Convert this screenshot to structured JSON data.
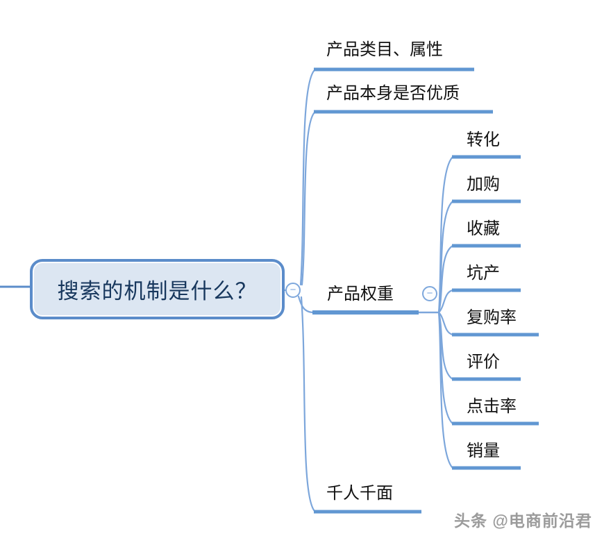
{
  "root": {
    "label": "搜索的机制是什么？"
  },
  "branches": [
    {
      "label": "产品类目、属性"
    },
    {
      "label": "产品本身是否优质"
    },
    {
      "label": "产品权重",
      "children": [
        "转化",
        "加购",
        "收藏",
        "坑产",
        "复购率",
        "评价",
        "点击率",
        "销量"
      ]
    },
    {
      "label": "千人千面"
    }
  ],
  "icons": {
    "collapse": "−"
  },
  "watermark": "头条 @电商前沿君",
  "colors": {
    "branch_line": "#6197d2",
    "curve_line": "#7ca6db",
    "root_border": "#5b8cca",
    "root_fill": "#dce6f2",
    "root_text": "#17375d",
    "topic_text": "#111111",
    "collapse_icon": "#7da7dc",
    "watermark_text": "#9b9b9b"
  }
}
